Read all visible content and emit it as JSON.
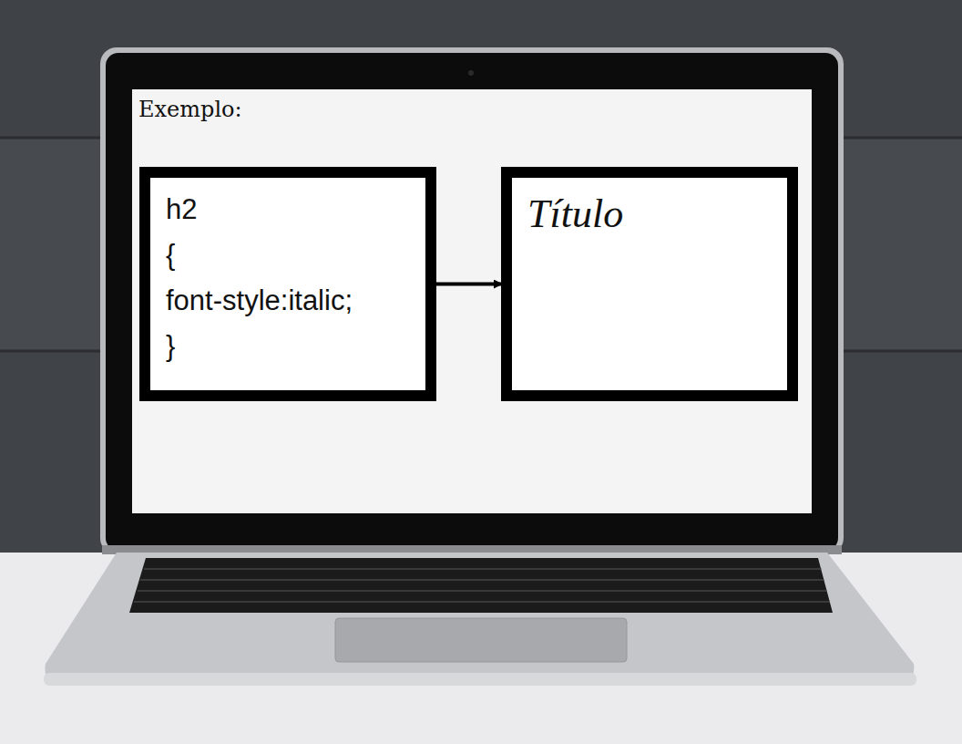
{
  "diagram": {
    "title": "Exemplo:",
    "nodes": [
      {
        "text": [
          "h2",
          "{",
          "font-style:italic;",
          "}"
        ]
      },
      {
        "text": [
          "Título"
        ]
      }
    ],
    "edges": [
      {
        "from": 0,
        "to": 1,
        "arrow": "to"
      }
    ]
  }
}
